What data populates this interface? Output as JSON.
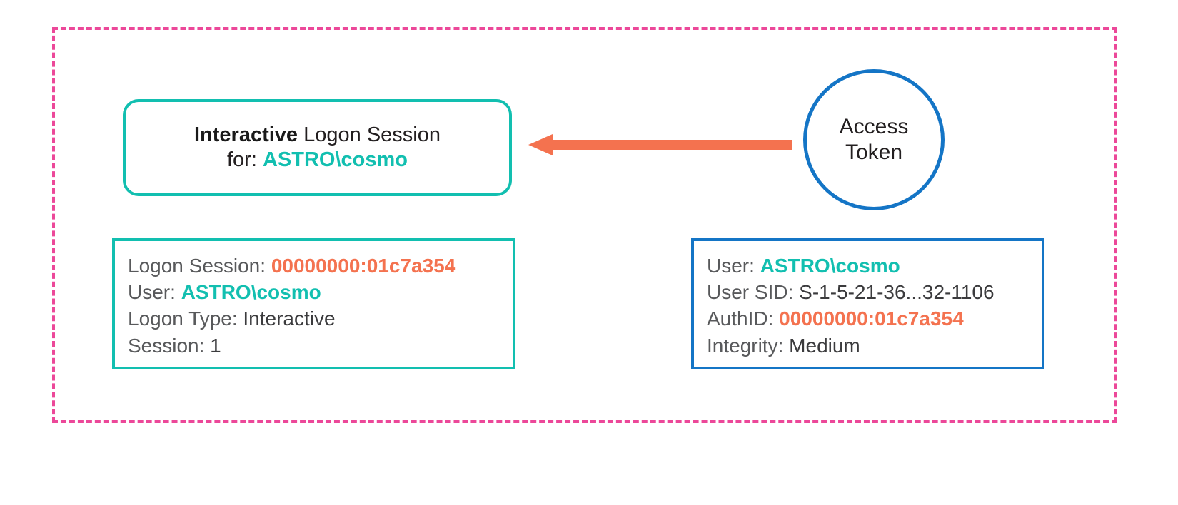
{
  "diagram": {
    "title_hidden": "",
    "colors": {
      "boundary_pink": "#ec4899",
      "teal": "#12bfb0",
      "blue": "#1475c6",
      "orange": "#f4724f",
      "text_gray": "#58595b",
      "text_dark": "#231f20"
    }
  },
  "session_boundary": {
    "name": "logon-session-boundary"
  },
  "logon_session_box": {
    "line1_bold": "Interactive",
    "line1_rest": " Logon Session",
    "line2_prefix": "for: ",
    "line2_value": "ASTRO\\cosmo"
  },
  "arrow": {
    "name": "access-token-to-session-arrow",
    "direction": "left",
    "color": "#f4724f"
  },
  "access_token_circle": {
    "line1": "Access",
    "line2": "Token"
  },
  "logon_session_details": {
    "rows": [
      {
        "label": "Logon Session: ",
        "value": "00000000:01c7a354",
        "style": "orange"
      },
      {
        "label": "User: ",
        "value": "ASTRO\\cosmo",
        "style": "teal"
      },
      {
        "label": "Logon Type: ",
        "value": "Interactive",
        "style": "plain"
      },
      {
        "label": "Session: ",
        "value": "1",
        "style": "plain"
      }
    ]
  },
  "access_token_details": {
    "rows": [
      {
        "label": "User: ",
        "value": "ASTRO\\cosmo",
        "style": "teal"
      },
      {
        "label": "User SID: ",
        "value": "S-1-5-21-36...32-1106",
        "style": "plain"
      },
      {
        "label": "AuthID: ",
        "value": "00000000:01c7a354",
        "style": "orange"
      },
      {
        "label": "Integrity: ",
        "value": "Medium",
        "style": "plain"
      }
    ]
  }
}
